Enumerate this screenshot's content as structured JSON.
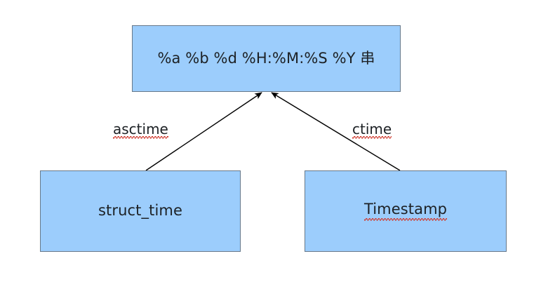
{
  "diagram": {
    "type": "uml-generalization-graph",
    "background_color": "#ffffff",
    "node_fill_color": "#9ccdfc",
    "node_border_color": "#66788a",
    "edge_color": "#000000",
    "text_color": "#1d2125",
    "spellcheck_underline_color": "#d03a2f",
    "nodes": [
      {
        "id": "format-string",
        "label": "%a %b %d %H:%M:%S %Y 串",
        "spellchecked": false
      },
      {
        "id": "struct-time",
        "label": "struct_time",
        "spellchecked": false
      },
      {
        "id": "timestamp",
        "label": "Timestamp",
        "spellchecked": true
      }
    ],
    "edges": [
      {
        "id": "asctime-edge",
        "label": "asctime",
        "from": "struct-time",
        "to": "format-string",
        "arrowhead": "filled-triangle",
        "spellchecked": true
      },
      {
        "id": "ctime-edge",
        "label": "ctime",
        "from": "timestamp",
        "to": "format-string",
        "arrowhead": "filled-triangle",
        "spellchecked": true
      }
    ]
  }
}
